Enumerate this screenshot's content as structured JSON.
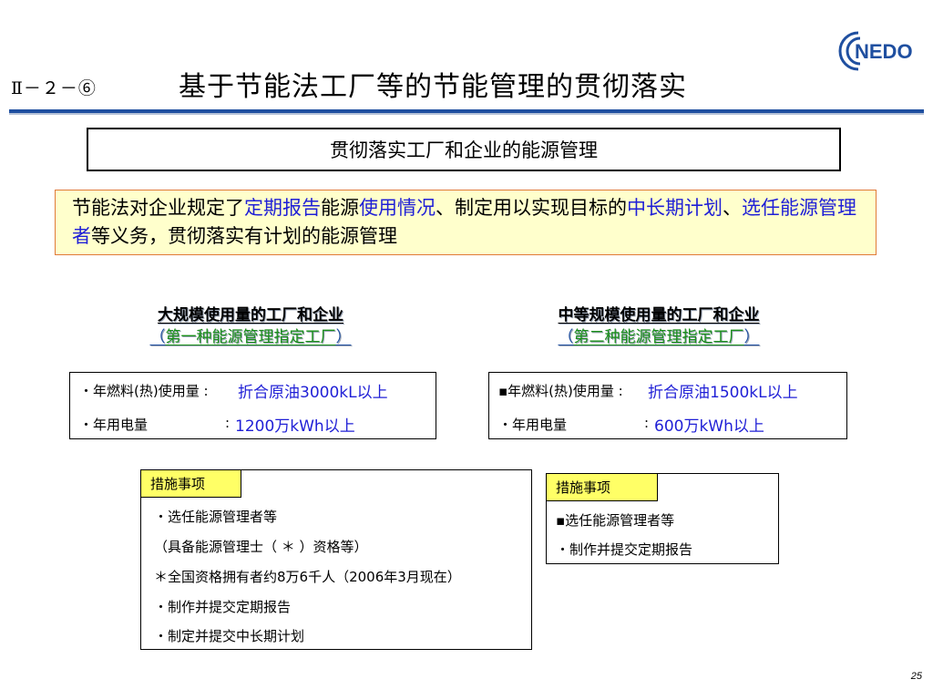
{
  "header": {
    "section_code": "Ⅱ－２－⑥",
    "title": "基于节能法工厂等的节能管理的贯彻落实",
    "logo_text": "NEDO"
  },
  "subtitle": "贯彻落实工厂和企业的能源管理",
  "statement": {
    "p1": "节能法对企业规定了",
    "p2": "定期报告",
    "p3": "能源",
    "p4": "使用情况",
    "p5": "、制定用以实现目标的",
    "p6": "中长期计划",
    "p7": "、",
    "p8": "选任能源管理者",
    "p9": "等义务，贯彻落实有计划的能源管理"
  },
  "left_column": {
    "heading": "大规模使用量的工厂和企业",
    "designation_open": "（",
    "designation": "第一种能源管理指定工厂",
    "designation_close": "）",
    "consumption": [
      {
        "label": "・年燃料(热)使用量",
        "colon": ":",
        "value": "折合原油3000kL以上"
      },
      {
        "label": "・年用电量",
        "colon": ":",
        "value": "1200万kWh以上"
      }
    ],
    "measures_tag": "措施事项",
    "measures": [
      "・选任能源管理者等",
      "（具备能源管理士（ ＊ ）资格等）",
      "＊全国资格拥有者约8万6千人（2006年3月现在）",
      "・制作并提交定期报告",
      "・制定并提交中长期计划"
    ]
  },
  "right_column": {
    "heading": "中等规模使用量的工厂和企业",
    "designation_open": "（",
    "designation": "第二种能源管理指定工厂",
    "designation_close": "）",
    "consumption": [
      {
        "label": "▪年燃料(热)使用量",
        "colon": ":",
        "value": "折合原油1500kL以上"
      },
      {
        "label": "・年用电量",
        "colon": ":",
        "value": "600万kWh以上"
      }
    ],
    "measures_tag": "措施事项",
    "measures": [
      "▪选任能源管理者等",
      "・制作并提交定期报告"
    ]
  },
  "page_number": "25",
  "colors": {
    "accent_blue": "#1f4fa0",
    "highlight_blue": "#1f1fd6",
    "highlight_green": "#1a8f1a",
    "statement_bg": "#ffffcc",
    "tag_bg": "#ffff66"
  }
}
